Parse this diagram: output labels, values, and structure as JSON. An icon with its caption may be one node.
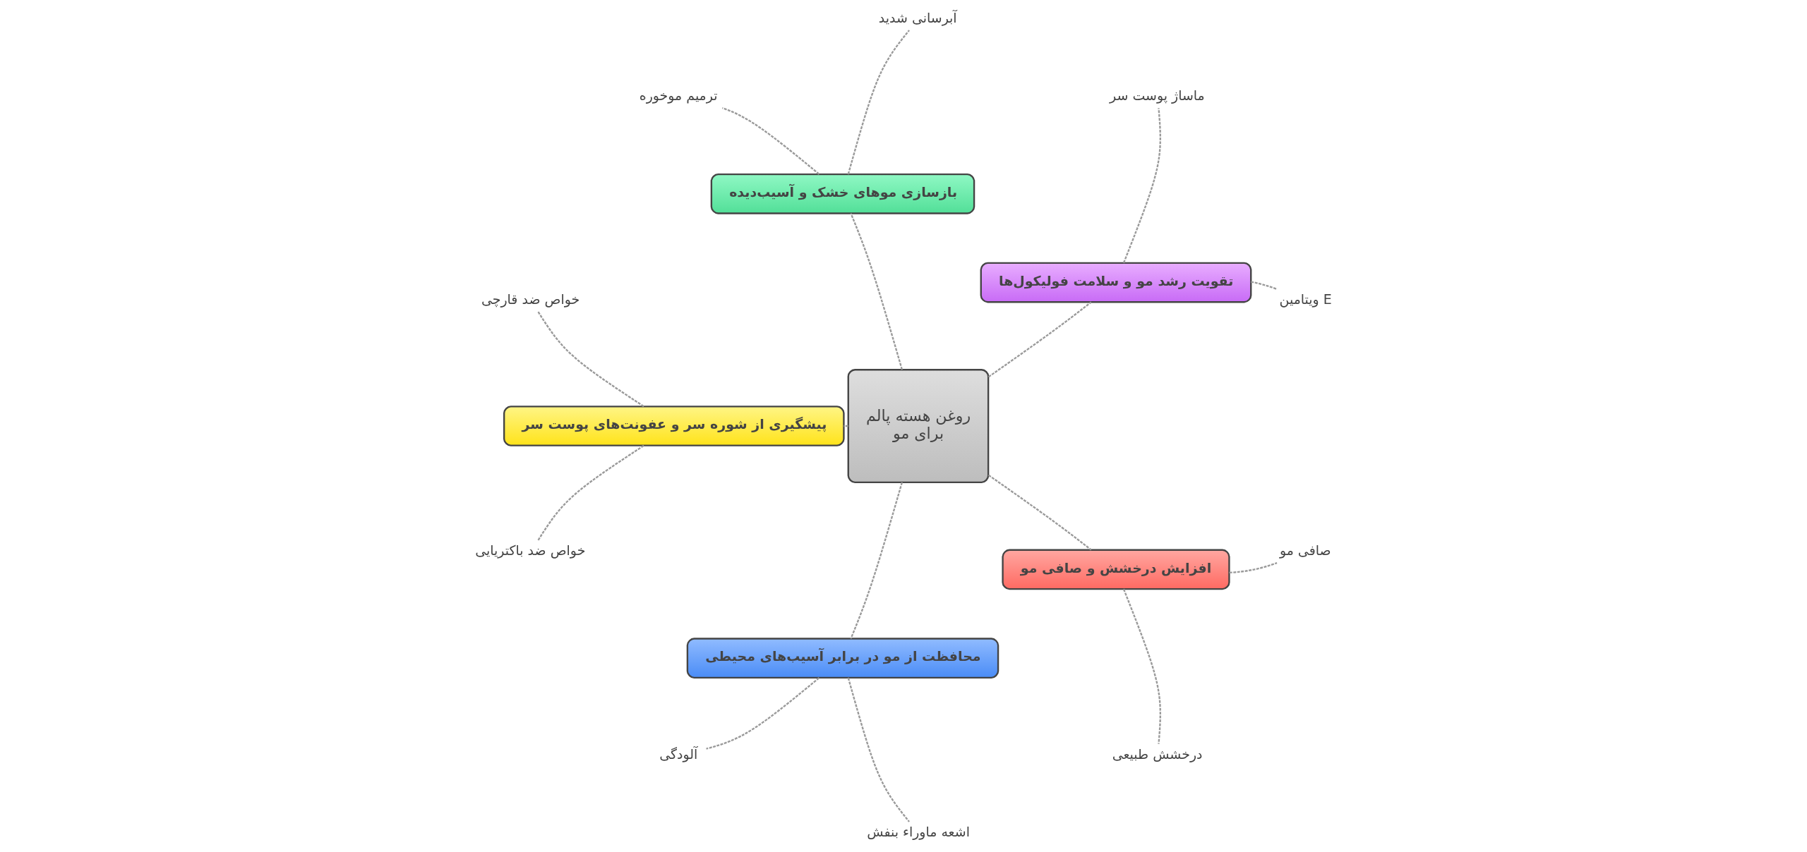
{
  "diagram": {
    "nodes": [
      {
        "text": [
          "روغن هسته پالم برای مو"
        ]
      },
      {
        "text": [
          "تقویت رشد مو و سلامت فولیکول‌ها"
        ]
      },
      {
        "text": [
          "ویتامین E"
        ]
      },
      {
        "text": [
          "ماساژ پوست سر"
        ]
      },
      {
        "text": [
          "بازسازی موهای خشک و آسیب‌دیده"
        ]
      },
      {
        "text": [
          "آبرسانی شدید"
        ]
      },
      {
        "text": [
          "ترمیم موخوره"
        ]
      },
      {
        "text": [
          "پیشگیری از شوره سر و عفونت‌های پوست سر"
        ]
      },
      {
        "text": [
          "خواص ضد قارچی"
        ]
      },
      {
        "text": [
          "خواص ضد باکتریایی"
        ]
      },
      {
        "text": [
          "محافظت از مو در برابر آسیب‌های محیطی"
        ]
      },
      {
        "text": [
          "آلودگی"
        ]
      },
      {
        "text": [
          "اشعه ماوراء بنفش"
        ]
      },
      {
        "text": [
          "افزایش درخشش و صافی مو"
        ]
      },
      {
        "text": [
          "درخشش طبیعی"
        ]
      },
      {
        "text": [
          "صافی مو"
        ]
      }
    ],
    "edges": [
      {
        "from": 0,
        "to": 1,
        "arrow": "none",
        "style": "dashed"
      },
      {
        "from": 1,
        "to": 2,
        "arrow": "none",
        "style": "dashed"
      },
      {
        "from": 1,
        "to": 3,
        "arrow": "none",
        "style": "dashed"
      },
      {
        "from": 0,
        "to": 4,
        "arrow": "none",
        "style": "dashed"
      },
      {
        "from": 4,
        "to": 5,
        "arrow": "none",
        "style": "dashed"
      },
      {
        "from": 4,
        "to": 6,
        "arrow": "none",
        "style": "dashed"
      },
      {
        "from": 0,
        "to": 7,
        "arrow": "none",
        "style": "dashed"
      },
      {
        "from": 7,
        "to": 8,
        "arrow": "none",
        "style": "dashed"
      },
      {
        "from": 7,
        "to": 9,
        "arrow": "none",
        "style": "dashed"
      },
      {
        "from": 0,
        "to": 10,
        "arrow": "none",
        "style": "dashed"
      },
      {
        "from": 10,
        "to": 11,
        "arrow": "none",
        "style": "dashed"
      },
      {
        "from": 10,
        "to": 12,
        "arrow": "none",
        "style": "dashed"
      },
      {
        "from": 0,
        "to": 13,
        "arrow": "none",
        "style": "dashed"
      },
      {
        "from": 13,
        "to": 14,
        "arrow": "none",
        "style": "dashed"
      },
      {
        "from": 13,
        "to": 15,
        "arrow": "none",
        "style": "dashed"
      }
    ]
  }
}
